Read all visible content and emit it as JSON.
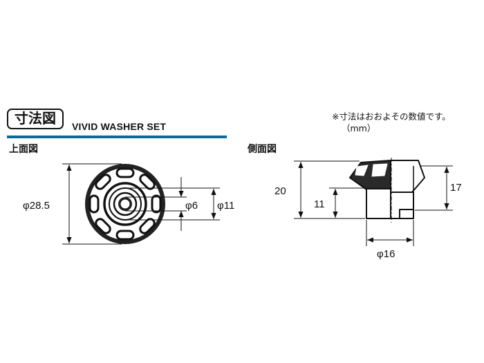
{
  "header": {
    "badge": "寸法図",
    "product_name": "VIVID WASHER SET",
    "note_line1": "※寸法はおおよその数値です。",
    "note_line2": "（mm）"
  },
  "top_view": {
    "title": "上面図",
    "dim_outer": "φ28.5",
    "dim_inner": "φ6",
    "dim_mid": "φ11"
  },
  "side_view": {
    "title": "側面図",
    "dim_total_height": "20",
    "dim_body_height": "11",
    "dim_head_height": "17",
    "dim_body_width": "φ16"
  }
}
